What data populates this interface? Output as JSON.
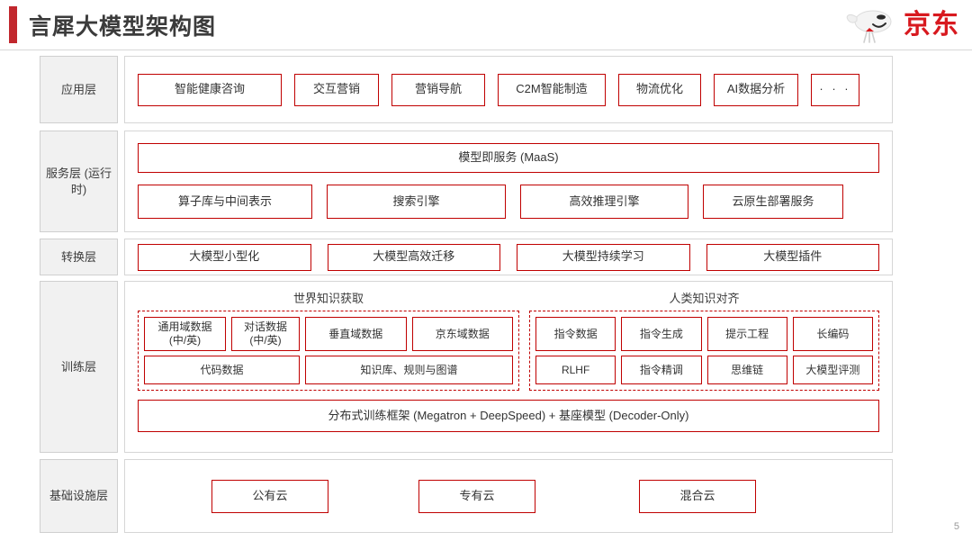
{
  "header": {
    "title": "言犀大模型架构图",
    "brand_text": "京东",
    "brand_icon": "jd-dog-logo",
    "accent_color": "#c1272d"
  },
  "colors": {
    "node_border": "#c00000",
    "panel_border": "#d6d6d6",
    "label_bg": "#f1f1f1"
  },
  "layers": [
    {
      "id": "application",
      "label": "应用层",
      "nodes": [
        "智能健康咨询",
        "交互营销",
        "营销导航",
        "C2M智能制造",
        "物流优化",
        "AI数据分析",
        "· · ·"
      ]
    },
    {
      "id": "service",
      "label": "服务层\n(运行时)",
      "full_width_node": "模型即服务 (MaaS)",
      "nodes": [
        "算子库与中间表示",
        "搜索引擎",
        "高效推理引擎",
        "云原生部署服务"
      ]
    },
    {
      "id": "conversion",
      "label": "转换层",
      "nodes": [
        "大模型小型化",
        "大模型高效迁移",
        "大模型持续学习",
        "大模型插件"
      ]
    },
    {
      "id": "training",
      "label": "训练层",
      "groups": [
        {
          "title": "世界知识获取",
          "row1": [
            "通用域数据\n(中/英)",
            "对话数据\n(中/英)",
            "垂直域数据",
            "京东域数据"
          ],
          "row2": [
            "代码数据",
            "知识库、规则与图谱"
          ]
        },
        {
          "title": "人类知识对齐",
          "row1": [
            "指令数据",
            "指令生成",
            "提示工程",
            "长编码"
          ],
          "row2": [
            "RLHF",
            "指令精调",
            "思维链",
            "大模型评测"
          ]
        }
      ],
      "bottom_node": "分布式训练框架 (Megatron + DeepSpeed) + 基座模型 (Decoder-Only)"
    },
    {
      "id": "infrastructure",
      "label": "基础设施层",
      "nodes": [
        "公有云",
        "专有云",
        "混合云"
      ]
    }
  ],
  "footer": {
    "page_number": "5"
  }
}
